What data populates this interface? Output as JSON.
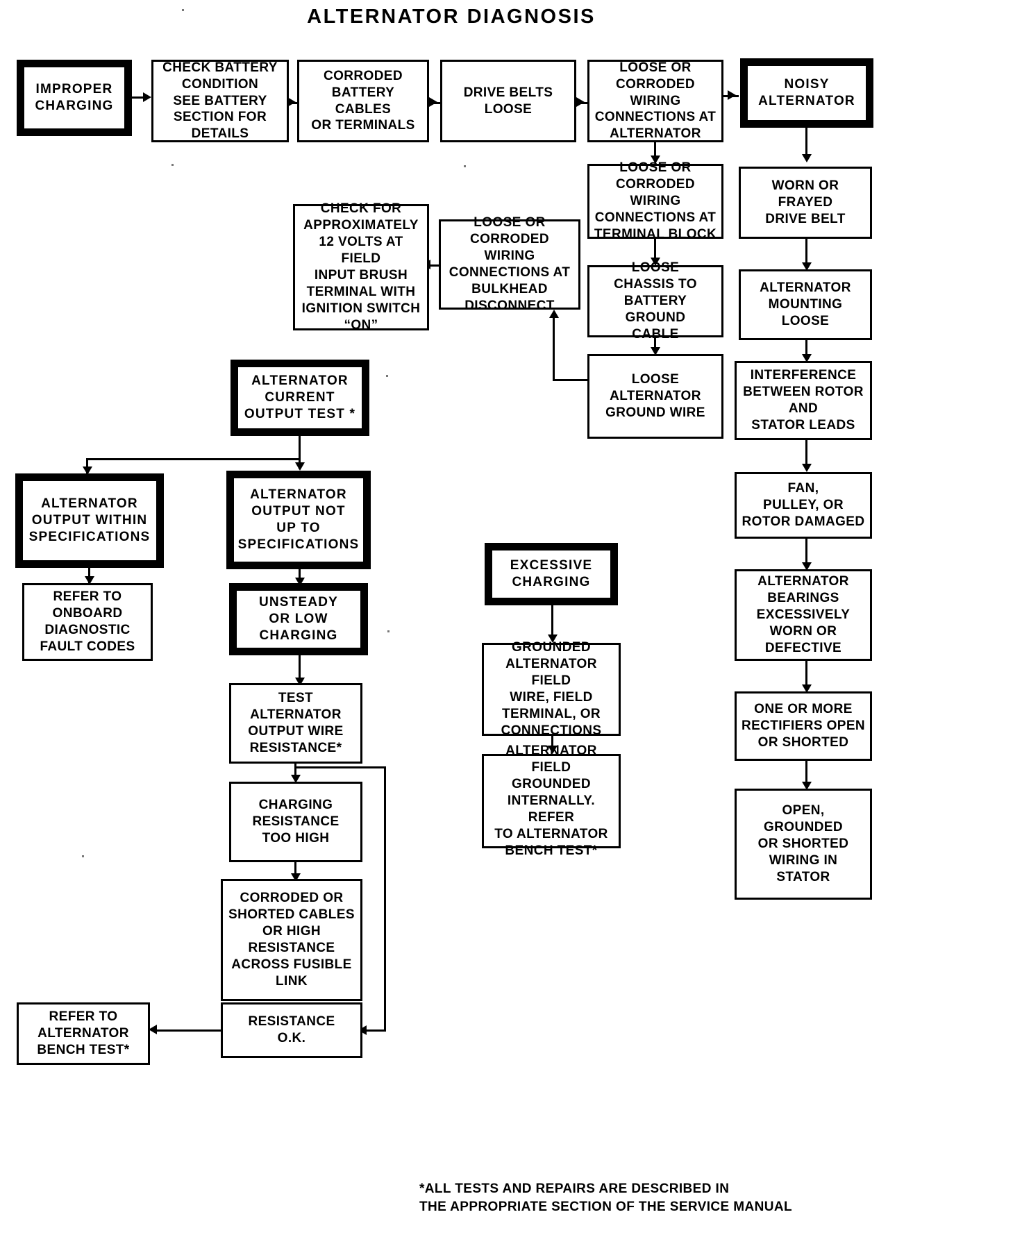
{
  "title": "ALTERNATOR DIAGNOSIS",
  "footnote": "*ALL TESTS AND REPAIRS ARE DESCRIBED IN\nTHE APPROPRIATE SECTION OF THE SERVICE MANUAL",
  "chart_data": {
    "type": "diagram",
    "title": "ALTERNATOR DIAGNOSIS",
    "diagram_kind": "troubleshooting-flowchart",
    "node_styles": {
      "heavy": "bold double-thick border (entry / decision node)",
      "normal": "thin border (cause or action node)"
    },
    "nodes": [
      {
        "id": "improper_charging",
        "label": "IMPROPER\nCHARGING",
        "style": "heavy"
      },
      {
        "id": "check_battery",
        "label": "CHECK BATTERY\nCONDITION\nSEE BATTERY\nSECTION FOR\nDETAILS",
        "style": "normal"
      },
      {
        "id": "corroded_battery_cables",
        "label": "CORRODED\nBATTERY CABLES\nOR TERMINALS",
        "style": "normal"
      },
      {
        "id": "drive_belts_loose",
        "label": "DRIVE BELTS\nLOOSE",
        "style": "normal"
      },
      {
        "id": "wiring_at_alternator",
        "label": "LOOSE OR\nCORRODED WIRING\nCONNECTIONS AT\nALTERNATOR",
        "style": "normal"
      },
      {
        "id": "noisy_alternator",
        "label": "NOISY\nALTERNATOR",
        "style": "heavy"
      },
      {
        "id": "wiring_at_terminal_block",
        "label": "LOOSE OR\nCORRODED WIRING\nCONNECTIONS AT\nTERMINAL BLOCK",
        "style": "normal"
      },
      {
        "id": "loose_chassis_ground",
        "label": "LOOSE\nCHASSIS TO\nBATTERY GROUND\nCABLE",
        "style": "normal"
      },
      {
        "id": "loose_alt_ground_wire",
        "label": "LOOSE\nALTERNATOR\nGROUND WIRE",
        "style": "normal"
      },
      {
        "id": "wiring_at_bulkhead",
        "label": "LOOSE OR\nCORRODED WIRING\nCONNECTIONS AT\nBULKHEAD\nDISCONNECT",
        "style": "normal"
      },
      {
        "id": "check_12_volts",
        "label": "CHECK FOR\nAPPROXIMATELY\n12 VOLTS AT FIELD\nINPUT BRUSH\nTERMINAL WITH\nIGNITION SWITCH\n“ON”",
        "style": "normal"
      },
      {
        "id": "worn_frayed_belt",
        "label": "WORN OR\nFRAYED\nDRIVE BELT",
        "style": "normal"
      },
      {
        "id": "alt_mounting_loose",
        "label": "ALTERNATOR\nMOUNTING\nLOOSE",
        "style": "normal"
      },
      {
        "id": "interference_rotor_stator",
        "label": "INTERFERENCE\nBETWEEN ROTOR\nAND\nSTATOR LEADS",
        "style": "normal"
      },
      {
        "id": "fan_pulley_rotor",
        "label": "FAN,\nPULLEY, OR\nROTOR DAMAGED",
        "style": "normal"
      },
      {
        "id": "bearings_worn",
        "label": "ALTERNATOR\nBEARINGS\nEXCESSIVELY\nWORN OR\nDEFECTIVE",
        "style": "normal"
      },
      {
        "id": "rectifiers_open",
        "label": "ONE OR MORE\nRECTIFIERS OPEN\nOR SHORTED",
        "style": "normal"
      },
      {
        "id": "stator_wiring",
        "label": "OPEN,\nGROUNDED\nOR SHORTED\nWIRING IN\nSTATOR",
        "style": "normal"
      },
      {
        "id": "current_output_test",
        "label": "ALTERNATOR\nCURRENT\nOUTPUT TEST *",
        "style": "heavy"
      },
      {
        "id": "output_within_spec",
        "label": "ALTERNATOR\nOUTPUT WITHIN\nSPECIFICATIONS",
        "style": "heavy"
      },
      {
        "id": "output_not_up_to_spec",
        "label": "ALTERNATOR\nOUTPUT NOT\nUP TO\nSPECIFICATIONS",
        "style": "heavy"
      },
      {
        "id": "refer_onboard_codes",
        "label": "REFER TO\nONBOARD\nDIAGNOSTIC\nFAULT CODES",
        "style": "normal"
      },
      {
        "id": "unsteady_low_charging",
        "label": "UNSTEADY\nOR LOW\nCHARGING",
        "style": "heavy"
      },
      {
        "id": "test_output_wire_resistance",
        "label": "TEST\nALTERNATOR\nOUTPUT WIRE\nRESISTANCE*",
        "style": "normal"
      },
      {
        "id": "charging_resistance_high",
        "label": "CHARGING\nRESISTANCE\nTOO HIGH",
        "style": "normal"
      },
      {
        "id": "corroded_shorted_cables",
        "label": "CORRODED OR\nSHORTED CABLES\nOR HIGH\nRESISTANCE\nACROSS FUSIBLE\nLINK",
        "style": "normal"
      },
      {
        "id": "resistance_ok",
        "label": "RESISTANCE\nO.K.",
        "style": "normal"
      },
      {
        "id": "refer_bench_test",
        "label": "REFER TO\nALTERNATOR\nBENCH TEST*",
        "style": "normal"
      },
      {
        "id": "excessive_charging",
        "label": "EXCESSIVE\nCHARGING",
        "style": "heavy"
      },
      {
        "id": "grounded_field_wire",
        "label": "GROUNDED\nALTERNATOR FIELD\nWIRE, FIELD\nTERMINAL, OR\nCONNECTIONS",
        "style": "normal"
      },
      {
        "id": "field_grounded_internally",
        "label": "ALTERNATOR FIELD\nGROUNDED\nINTERNALLY. REFER\nTO ALTERNATOR\nBENCH TEST*",
        "style": "normal"
      }
    ],
    "edges": [
      {
        "from": "improper_charging",
        "to": "check_battery",
        "direction": "right"
      },
      {
        "from": "check_battery",
        "to": "corroded_battery_cables",
        "direction": "right"
      },
      {
        "from": "corroded_battery_cables",
        "to": "drive_belts_loose",
        "direction": "right"
      },
      {
        "from": "drive_belts_loose",
        "to": "wiring_at_alternator",
        "direction": "right"
      },
      {
        "from": "wiring_at_alternator",
        "to": "noisy_alternator",
        "direction": "right"
      },
      {
        "from": "wiring_at_alternator",
        "to": "wiring_at_terminal_block",
        "direction": "down"
      },
      {
        "from": "wiring_at_terminal_block",
        "to": "loose_chassis_ground",
        "direction": "down"
      },
      {
        "from": "loose_chassis_ground",
        "to": "loose_alt_ground_wire",
        "direction": "down"
      },
      {
        "from": "loose_alt_ground_wire",
        "to": "wiring_at_bulkhead",
        "direction": "left-up"
      },
      {
        "from": "wiring_at_bulkhead",
        "to": "check_12_volts",
        "direction": "left"
      },
      {
        "from": "noisy_alternator",
        "to": "worn_frayed_belt",
        "direction": "down"
      },
      {
        "from": "worn_frayed_belt",
        "to": "alt_mounting_loose",
        "direction": "down"
      },
      {
        "from": "alt_mounting_loose",
        "to": "interference_rotor_stator",
        "direction": "down"
      },
      {
        "from": "interference_rotor_stator",
        "to": "fan_pulley_rotor",
        "direction": "down"
      },
      {
        "from": "fan_pulley_rotor",
        "to": "bearings_worn",
        "direction": "down"
      },
      {
        "from": "bearings_worn",
        "to": "rectifiers_open",
        "direction": "down"
      },
      {
        "from": "rectifiers_open",
        "to": "stator_wiring",
        "direction": "down"
      },
      {
        "from": "current_output_test",
        "to": "output_within_spec",
        "direction": "down-left"
      },
      {
        "from": "current_output_test",
        "to": "output_not_up_to_spec",
        "direction": "down"
      },
      {
        "from": "output_within_spec",
        "to": "refer_onboard_codes",
        "direction": "down"
      },
      {
        "from": "output_not_up_to_spec",
        "to": "unsteady_low_charging",
        "direction": "down"
      },
      {
        "from": "unsteady_low_charging",
        "to": "test_output_wire_resistance",
        "direction": "down"
      },
      {
        "from": "test_output_wire_resistance",
        "to": "charging_resistance_high",
        "direction": "down"
      },
      {
        "from": "test_output_wire_resistance",
        "to": "resistance_ok",
        "direction": "down-right-loop"
      },
      {
        "from": "charging_resistance_high",
        "to": "corroded_shorted_cables",
        "direction": "down"
      },
      {
        "from": "resistance_ok",
        "to": "refer_bench_test",
        "direction": "left"
      },
      {
        "from": "excessive_charging",
        "to": "grounded_field_wire",
        "direction": "down"
      },
      {
        "from": "grounded_field_wire",
        "to": "field_grounded_internally",
        "direction": "down"
      }
    ]
  }
}
